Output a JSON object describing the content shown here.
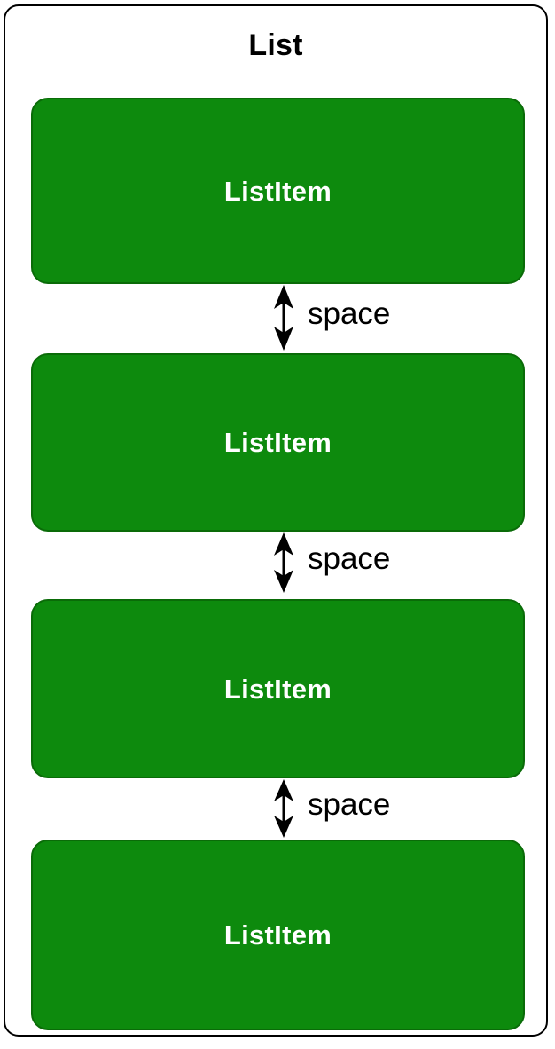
{
  "diagram": {
    "type": "layout-spacing-diagram",
    "container": {
      "title": "List",
      "border_color": "#000000",
      "background": "#ffffff"
    },
    "item_color": "#0d8a0d",
    "item_border_color": "#0a6b08",
    "item_text_color": "#ffffff",
    "annotation_color": "#000000",
    "items": [
      {
        "label": "ListItem"
      },
      {
        "label": "ListItem"
      },
      {
        "label": "ListItem"
      },
      {
        "label": "ListItem"
      }
    ],
    "gaps": [
      {
        "label": "space",
        "arrow": "double-headed-vertical-arrow-icon"
      },
      {
        "label": "space",
        "arrow": "double-headed-vertical-arrow-icon"
      },
      {
        "label": "space",
        "arrow": "double-headed-vertical-arrow-icon"
      }
    ]
  }
}
